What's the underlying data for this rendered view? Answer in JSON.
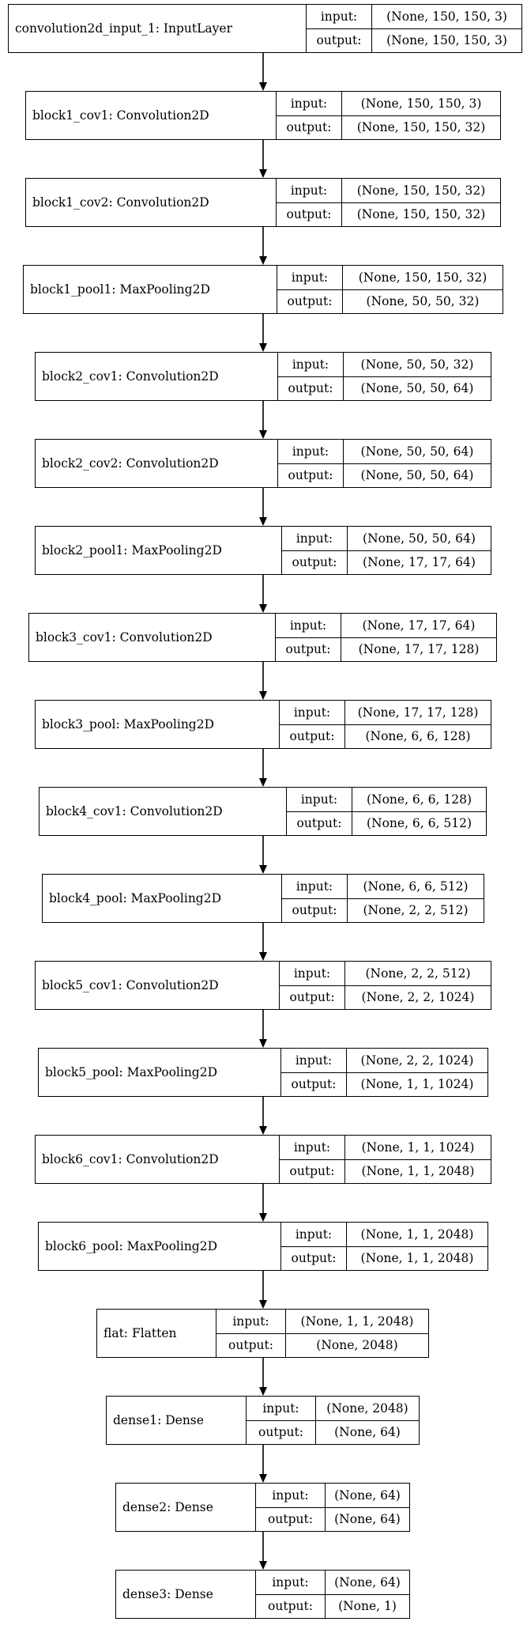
{
  "layers": [
    {
      "name": "convolution2d_input_1: InputLayer",
      "input_label": "input:",
      "output_label": "output:",
      "input": "(None, 150, 150, 3)",
      "output": "(None, 150, 150, 3)"
    },
    {
      "name": "block1_cov1: Convolution2D",
      "input_label": "input:",
      "output_label": "output:",
      "input": "(None, 150, 150, 3)",
      "output": "(None, 150, 150, 32)"
    },
    {
      "name": "block1_cov2: Convolution2D",
      "input_label": "input:",
      "output_label": "output:",
      "input": "(None, 150, 150, 32)",
      "output": "(None, 150, 150, 32)"
    },
    {
      "name": "block1_pool1: MaxPooling2D",
      "input_label": "input:",
      "output_label": "output:",
      "input": "(None, 150, 150, 32)",
      "output": "(None, 50, 50, 32)"
    },
    {
      "name": "block2_cov1: Convolution2D",
      "input_label": "input:",
      "output_label": "output:",
      "input": "(None, 50, 50, 32)",
      "output": "(None, 50, 50, 64)"
    },
    {
      "name": "block2_cov2: Convolution2D",
      "input_label": "input:",
      "output_label": "output:",
      "input": "(None, 50, 50, 64)",
      "output": "(None, 50, 50, 64)"
    },
    {
      "name": "block2_pool1: MaxPooling2D",
      "input_label": "input:",
      "output_label": "output:",
      "input": "(None, 50, 50, 64)",
      "output": "(None, 17, 17, 64)"
    },
    {
      "name": "block3_cov1: Convolution2D",
      "input_label": "input:",
      "output_label": "output:",
      "input": "(None, 17, 17, 64)",
      "output": "(None, 17, 17, 128)"
    },
    {
      "name": "block3_pool: MaxPooling2D",
      "input_label": "input:",
      "output_label": "output:",
      "input": "(None, 17, 17, 128)",
      "output": "(None, 6, 6, 128)"
    },
    {
      "name": "block4_cov1: Convolution2D",
      "input_label": "input:",
      "output_label": "output:",
      "input": "(None, 6, 6, 128)",
      "output": "(None, 6, 6, 512)"
    },
    {
      "name": "block4_pool: MaxPooling2D",
      "input_label": "input:",
      "output_label": "output:",
      "input": "(None, 6, 6, 512)",
      "output": "(None, 2, 2, 512)"
    },
    {
      "name": "block5_cov1: Convolution2D",
      "input_label": "input:",
      "output_label": "output:",
      "input": "(None, 2, 2, 512)",
      "output": "(None, 2, 2, 1024)"
    },
    {
      "name": "block5_pool: MaxPooling2D",
      "input_label": "input:",
      "output_label": "output:",
      "input": "(None, 2, 2, 1024)",
      "output": "(None, 1, 1, 1024)"
    },
    {
      "name": "block6_cov1: Convolution2D",
      "input_label": "input:",
      "output_label": "output:",
      "input": "(None, 1, 1, 1024)",
      "output": "(None, 1, 1, 2048)"
    },
    {
      "name": "block6_pool: MaxPooling2D",
      "input_label": "input:",
      "output_label": "output:",
      "input": "(None, 1, 1, 2048)",
      "output": "(None, 1, 1, 2048)"
    },
    {
      "name": "flat: Flatten",
      "input_label": "input:",
      "output_label": "output:",
      "input": "(None, 1, 1, 2048)",
      "output": "(None, 2048)"
    },
    {
      "name": "dense1: Dense",
      "input_label": "input:",
      "output_label": "output:",
      "input": "(None, 2048)",
      "output": "(None, 64)"
    },
    {
      "name": "dense2: Dense",
      "input_label": "input:",
      "output_label": "output:",
      "input": "(None, 64)",
      "output": "(None, 64)"
    },
    {
      "name": "dense3: Dense",
      "input_label": "input:",
      "output_label": "output:",
      "input": "(None, 64)",
      "output": "(None, 1)"
    }
  ]
}
